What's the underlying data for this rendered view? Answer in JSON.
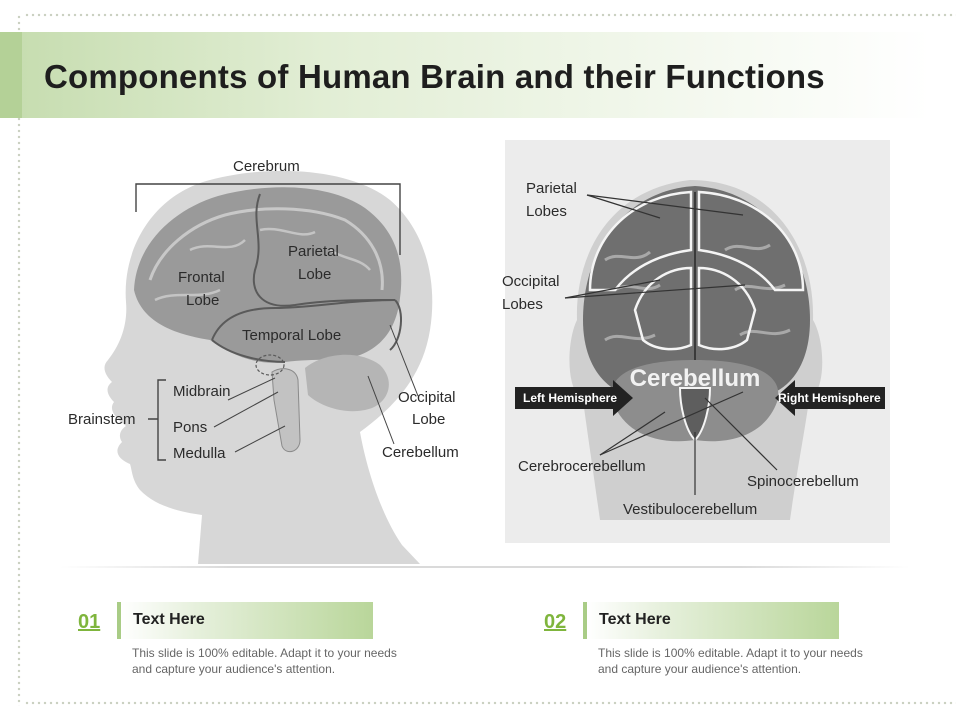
{
  "slide": {
    "title": "Components of Human Brain and their Functions",
    "accent_color": "#7fb53d",
    "bar_color": "#b9d69a"
  },
  "left_diagram": {
    "cerebrum": "Cerebrum",
    "parietal_lobe": [
      "Parietal",
      "Lobe"
    ],
    "frontal_lobe": [
      "Frontal",
      "Lobe"
    ],
    "temporal_lobe": "Temporal Lobe",
    "occipital_lobe": [
      "Occipital",
      "Lobe"
    ],
    "cerebellum": "Cerebellum",
    "brainstem": "Brainstem",
    "midbrain": "Midbrain",
    "pons": "Pons",
    "medulla": "Medulla"
  },
  "right_diagram": {
    "parietal_lobes": [
      "Parietal",
      "Lobes"
    ],
    "occipital_lobes": [
      "Occipital",
      "Lobes"
    ],
    "cerebellum": "Cerebellum",
    "left_hemisphere": "Left Hemisphere",
    "right_hemisphere": "Right Hemisphere",
    "cerebrocerebellum": "Cerebrocerebellum",
    "spinocerebellum": "Spinocerebellum",
    "vestibulocerebellum": "Vestibulocerebellum"
  },
  "items": [
    {
      "number": "01",
      "heading": "Text Here",
      "desc_line1": "This slide is 100% editable. Adapt it to your needs",
      "desc_line2": "and capture your audience's attention."
    },
    {
      "number": "02",
      "heading": "Text Here",
      "desc_line1": "This slide is 100% editable. Adapt it to your needs",
      "desc_line2": "and capture your audience's attention."
    }
  ]
}
